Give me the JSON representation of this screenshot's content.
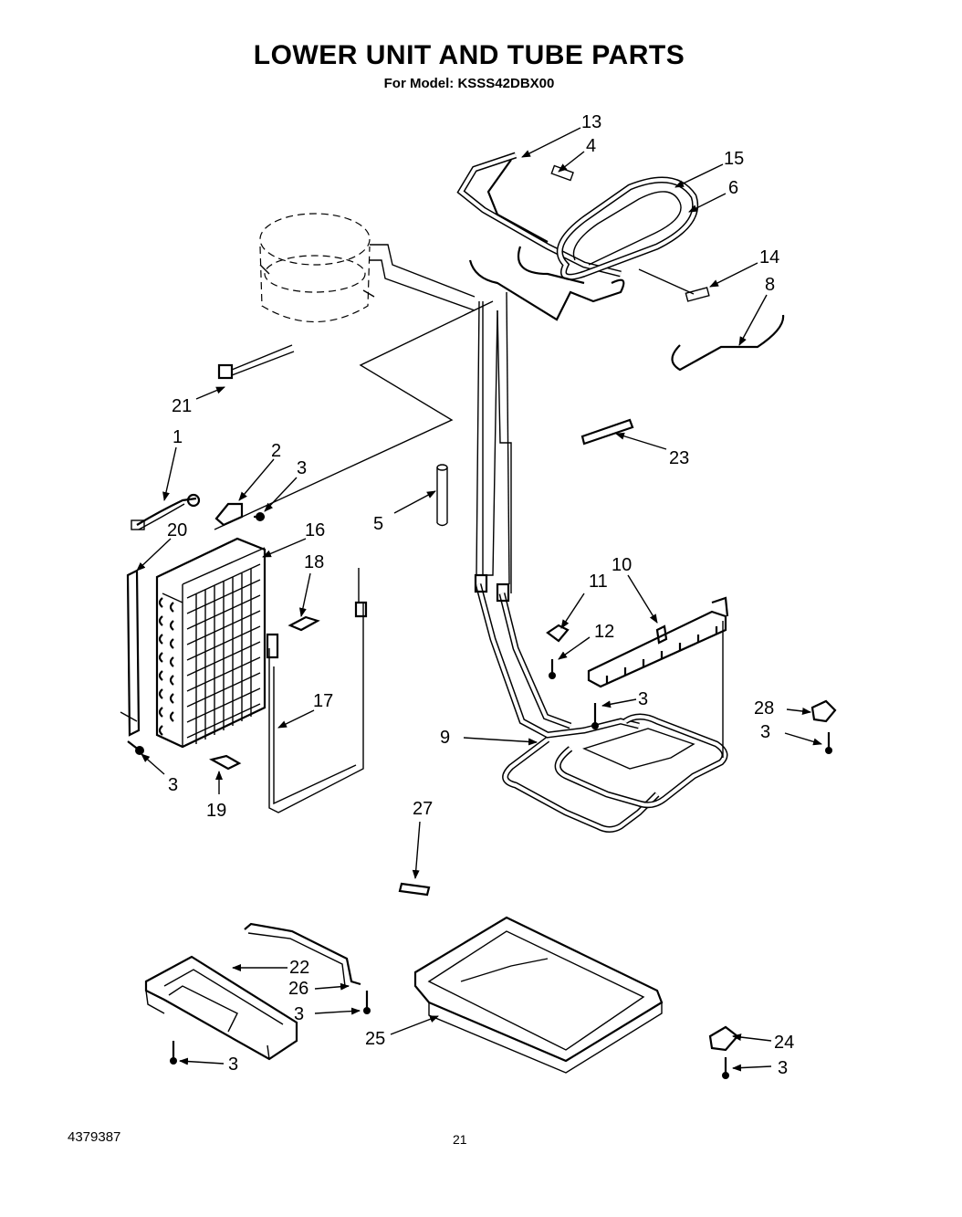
{
  "header": {
    "title": "LOWER UNIT AND TUBE PARTS",
    "subtitle": "For Model: KSSS42DBX00"
  },
  "footer": {
    "doc_number": "4379387",
    "page_number": "21"
  },
  "callouts": [
    {
      "id": "c13",
      "label": "13"
    },
    {
      "id": "c4",
      "label": "4"
    },
    {
      "id": "c15",
      "label": "15"
    },
    {
      "id": "c6",
      "label": "6"
    },
    {
      "id": "c14",
      "label": "14"
    },
    {
      "id": "c8",
      "label": "8"
    },
    {
      "id": "c21",
      "label": "21"
    },
    {
      "id": "c1",
      "label": "1"
    },
    {
      "id": "c2",
      "label": "2"
    },
    {
      "id": "c3a",
      "label": "3"
    },
    {
      "id": "c23",
      "label": "23"
    },
    {
      "id": "c5",
      "label": "5"
    },
    {
      "id": "c20",
      "label": "20"
    },
    {
      "id": "c16",
      "label": "16"
    },
    {
      "id": "c18",
      "label": "18"
    },
    {
      "id": "c11",
      "label": "11"
    },
    {
      "id": "c10",
      "label": "10"
    },
    {
      "id": "c12",
      "label": "12"
    },
    {
      "id": "c3b",
      "label": "3"
    },
    {
      "id": "c28",
      "label": "28"
    },
    {
      "id": "c3c",
      "label": "3"
    },
    {
      "id": "c17",
      "label": "17"
    },
    {
      "id": "c9",
      "label": "9"
    },
    {
      "id": "c3d",
      "label": "3"
    },
    {
      "id": "c19",
      "label": "19"
    },
    {
      "id": "c27",
      "label": "27"
    },
    {
      "id": "c22",
      "label": "22"
    },
    {
      "id": "c26",
      "label": "26"
    },
    {
      "id": "c3e",
      "label": "3"
    },
    {
      "id": "c25",
      "label": "25"
    },
    {
      "id": "c3f",
      "label": "3"
    },
    {
      "id": "c24",
      "label": "24"
    },
    {
      "id": "c3g",
      "label": "3"
    }
  ]
}
